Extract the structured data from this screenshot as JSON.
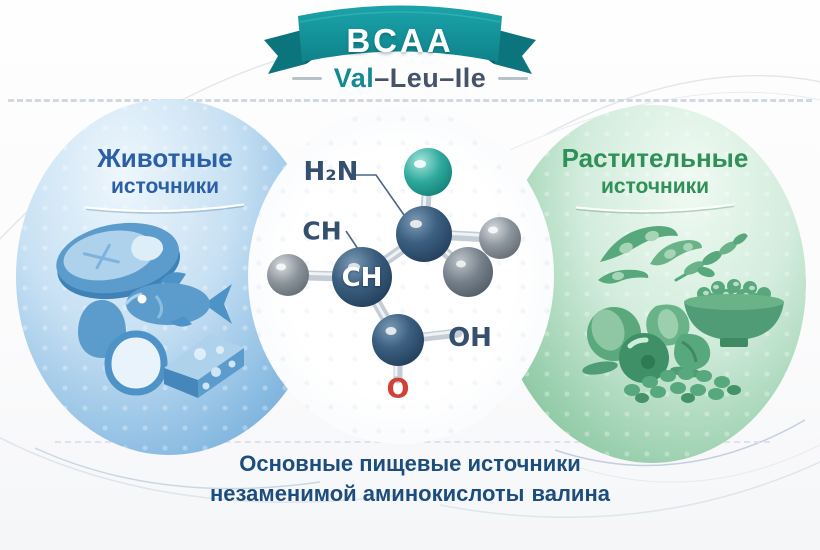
{
  "banner": {
    "title": "BCAA",
    "subtitle": {
      "val": "Val",
      "rest": "–Leu–Ile"
    }
  },
  "left_panel": {
    "title_line1": "Животные",
    "title_line2": "источники",
    "icons": [
      "steak-icon",
      "fish-icon",
      "eggs-icon",
      "cheese-icon"
    ]
  },
  "right_panel": {
    "title_line1": "Растительные",
    "title_line2": "источники",
    "icons": [
      "bean-pods-icon",
      "leaf-sprig-icon",
      "grain-bowl-icon",
      "nuts-icon",
      "seeds-icon"
    ]
  },
  "molecule": {
    "labels": {
      "amino_group": "H₂N",
      "methine_left": "CH",
      "methine_center": "CH",
      "hydroxyl_group": "OH",
      "carbonyl_oxygen": "O"
    }
  },
  "footer": {
    "line1": "Основные пищевые источники",
    "line2_text": "незаменимой аминокислоты",
    "line2_bold": "валина"
  },
  "colors": {
    "ribbon_teal": "#14969d",
    "val_teal": "#148a94",
    "subtitle_slate": "#44536a",
    "animal_blue_heading": "#2b5fa6",
    "plant_green_heading": "#2f9157",
    "footer_navy": "#1c4d7d",
    "oxygen_red": "#d2403a",
    "ball_navy": "#2d4a68",
    "ball_gray": "#858d95",
    "ball_teal": "#2aa89c",
    "animal_icon_blue": "#5094c8",
    "plant_icon_green": "#58a87d"
  }
}
